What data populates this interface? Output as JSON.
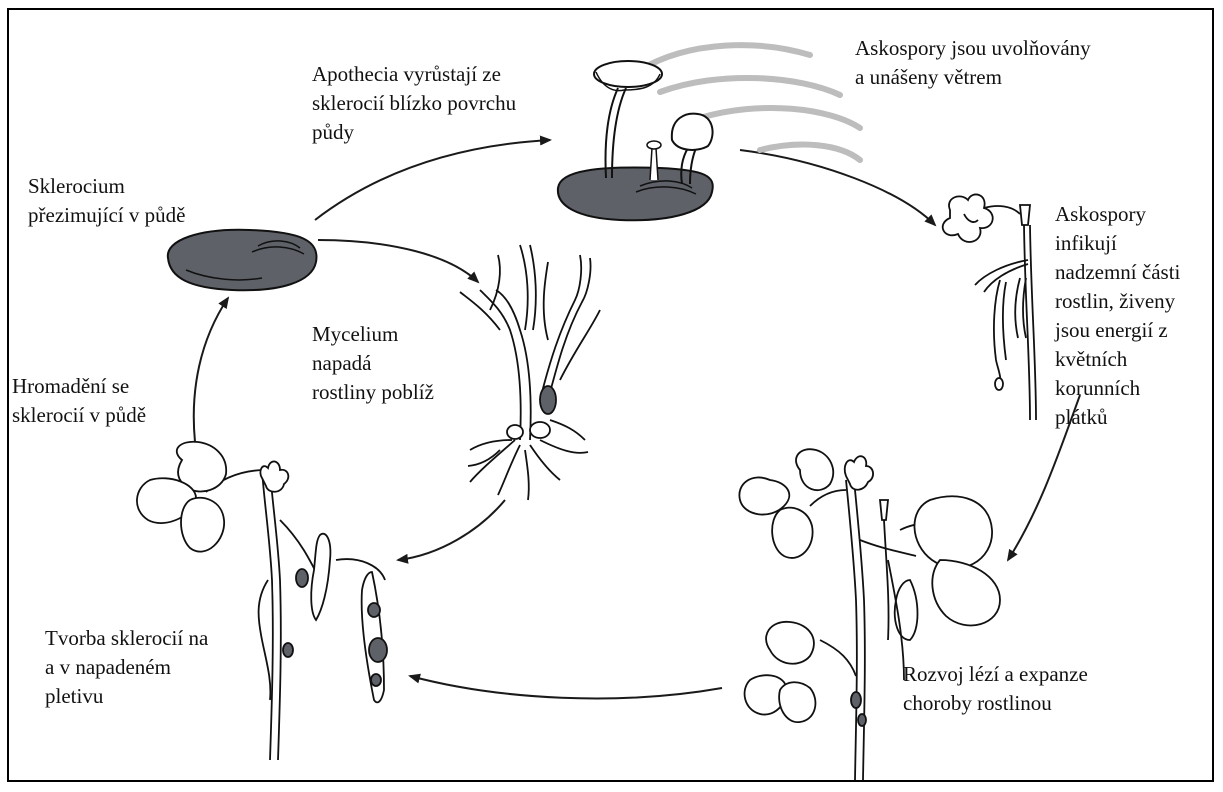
{
  "diagram": {
    "colors": {
      "frame": "#000000",
      "sclerotium": "#5e6168",
      "line": "#1a1a1a",
      "wind": "#bdbdbd"
    },
    "labels": {
      "apothecia": [
        "Apothecia vyrůstají ze",
        "sklerocií blízko povrchu",
        "půdy"
      ],
      "ascospores_released": [
        "Askospory jsou uvolňovány",
        "a unášeny větrem"
      ],
      "sclerotium_overwinter": [
        "Sklerocium",
        "přezimující v půdě"
      ],
      "ascospores_infect": [
        "Askospory",
        "infikují",
        "nadzemní části",
        "rostlin, živeny",
        "jsou energií z",
        "květních",
        "korunních",
        "plátků"
      ],
      "mycelium": [
        "Mycelium",
        "napadá",
        "rostliny poblíž"
      ],
      "accumulation": [
        "Hromadění se",
        "sklerocií v půdě"
      ],
      "sclerotia_formation": [
        "Tvorba sklerocií na",
        "a v napadeném",
        "pletivu"
      ],
      "lesion_development": [
        "Rozvoj lézí a expanze",
        "choroby rostlinou"
      ]
    },
    "icons": [
      "sclerotium-icon",
      "apothecia-icon",
      "wind-icon",
      "flower-icon",
      "root-mycelium-icon",
      "infected-bean-plant-icon",
      "diseased-bean-plant-icon",
      "cycle-arrow-icon"
    ]
  }
}
